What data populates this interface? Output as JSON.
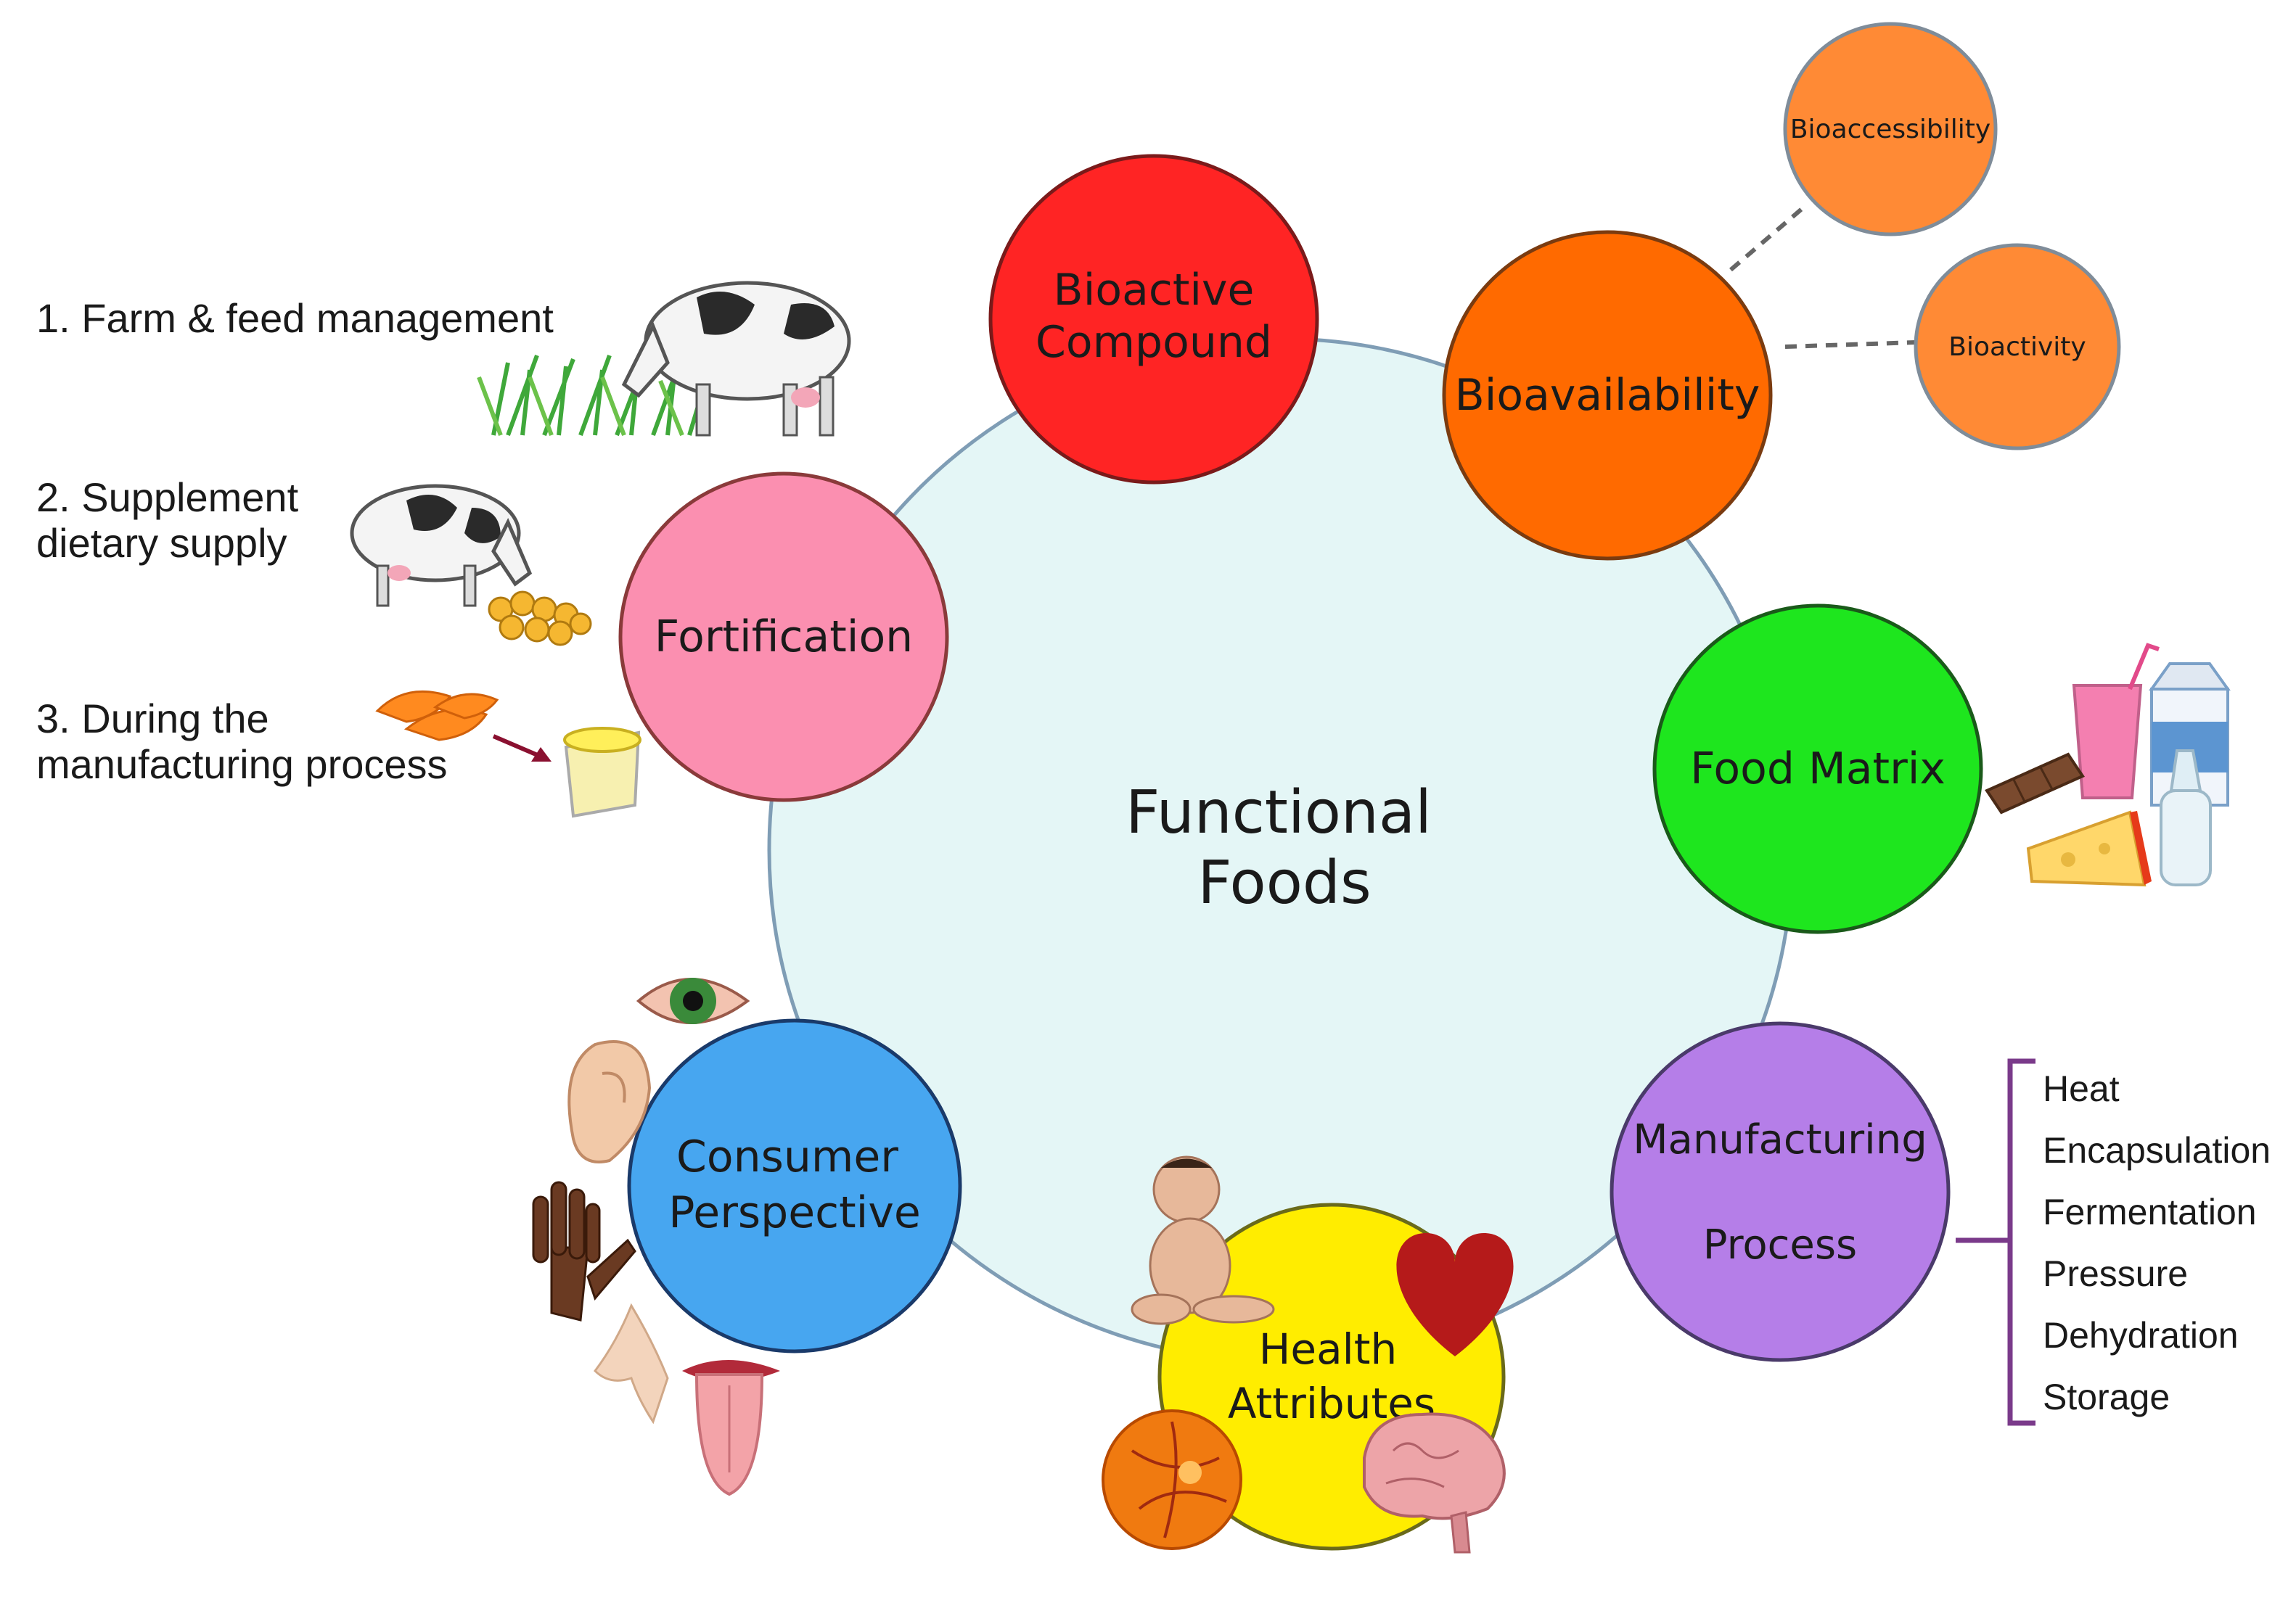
{
  "center": {
    "line1": "Functional",
    "line2": "Foods"
  },
  "nodes": {
    "bioactive": {
      "line1": "Bioactive",
      "line2": "Compound",
      "color": "#ff2424"
    },
    "bioavailability": {
      "label": "Bioavailability",
      "color": "#ff6a00"
    },
    "bioaccessibility": {
      "label": "Bioaccessibility",
      "color": "#ff8a35"
    },
    "bioactivity": {
      "label": "Bioactivity",
      "color": "#ff8a35"
    },
    "fortification": {
      "label": "Fortification",
      "color": "#fb8fb0"
    },
    "food_matrix": {
      "label": "Food Matrix",
      "color": "#1ee61e"
    },
    "manufacturing": {
      "line1": "Manufacturing",
      "line2": "Process",
      "color": "#b57ee8"
    },
    "health": {
      "line1": "Health",
      "line2": "Attributes",
      "color": "#ffed00"
    },
    "consumer": {
      "line1": "Consumer",
      "line2": "Perspective",
      "color": "#47a6f0"
    }
  },
  "center_color": "#e4f6f6",
  "fortification_methods": {
    "item1": "1. Farm & feed management",
    "item2_line1": "2. Supplement",
    "item2_line2": "dietary supply",
    "item3_line1": "3. During the",
    "item3_line2": "manufacturing process"
  },
  "processes": [
    "Heat",
    "Encapsulation",
    "Fermentation",
    "Pressure",
    "Dehydration",
    "Storage"
  ],
  "icons": [
    "cow-icon",
    "grass-icon",
    "supplement-icon",
    "orange-peel-icon",
    "yogurt-icon",
    "smoothie-icon",
    "milk-carton-icon",
    "baby-bottle-icon",
    "chocolate-icon",
    "cheese-icon",
    "eye-icon",
    "ear-icon",
    "hand-icon",
    "nose-icon",
    "tongue-icon",
    "baby-icon",
    "heart-icon",
    "retina-icon",
    "brain-icon"
  ]
}
